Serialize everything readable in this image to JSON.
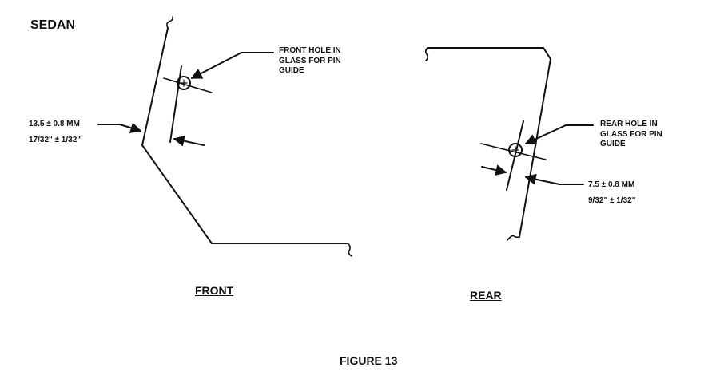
{
  "title": "SEDAN",
  "front": {
    "hole_label": [
      "FRONT HOLE IN",
      "GLASS FOR PIN",
      "GUIDE"
    ],
    "dimension_mm": "13.5 ± 0.8 MM",
    "dimension_in": "17/32\" ± 1/32\"",
    "view_label": "FRONT"
  },
  "rear": {
    "hole_label": [
      "REAR HOLE IN",
      "GLASS FOR PIN",
      "GUIDE"
    ],
    "dimension_mm": "7.5 ± 0.8 MM",
    "dimension_in": "9/32\" ± 1/32\"",
    "view_label": "REAR"
  },
  "caption": "FIGURE 13"
}
